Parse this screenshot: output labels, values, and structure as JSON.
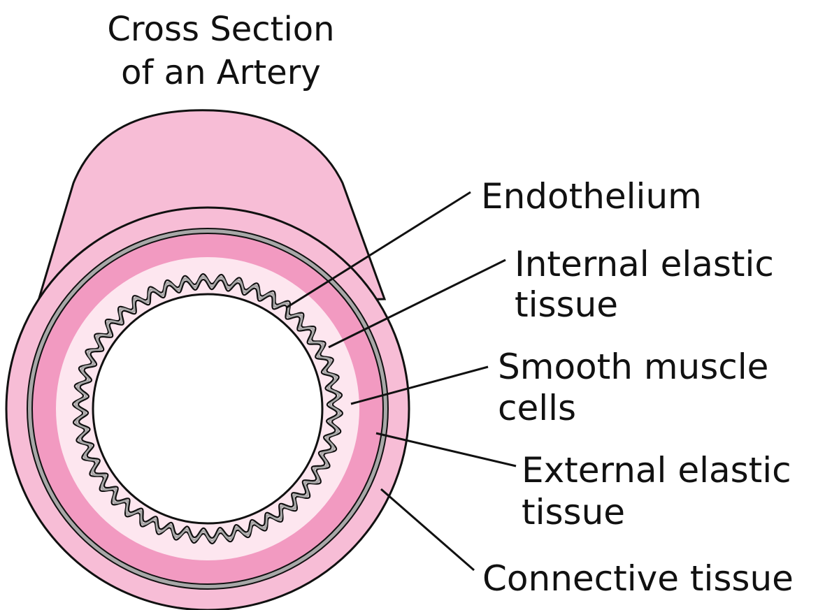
{
  "title": {
    "line1": "Cross Section",
    "line2": "of an Artery"
  },
  "labels": {
    "endothelium": "Endothelium",
    "internal_elastic_1": "Internal elastic",
    "internal_elastic_2": "tissue",
    "smooth_muscle_1": "Smooth muscle",
    "smooth_muscle_2": "cells",
    "external_elastic_1": "External elastic",
    "external_elastic_2": "tissue",
    "connective": "Connective tissue"
  },
  "colors": {
    "connective_tissue": "#f7bdd6",
    "smooth_muscle": "#f29ac1",
    "internal_layer": "#fde6ef",
    "lumen": "#ffffff",
    "elastic_band": "#a8a8a8",
    "outline": "#111111"
  }
}
